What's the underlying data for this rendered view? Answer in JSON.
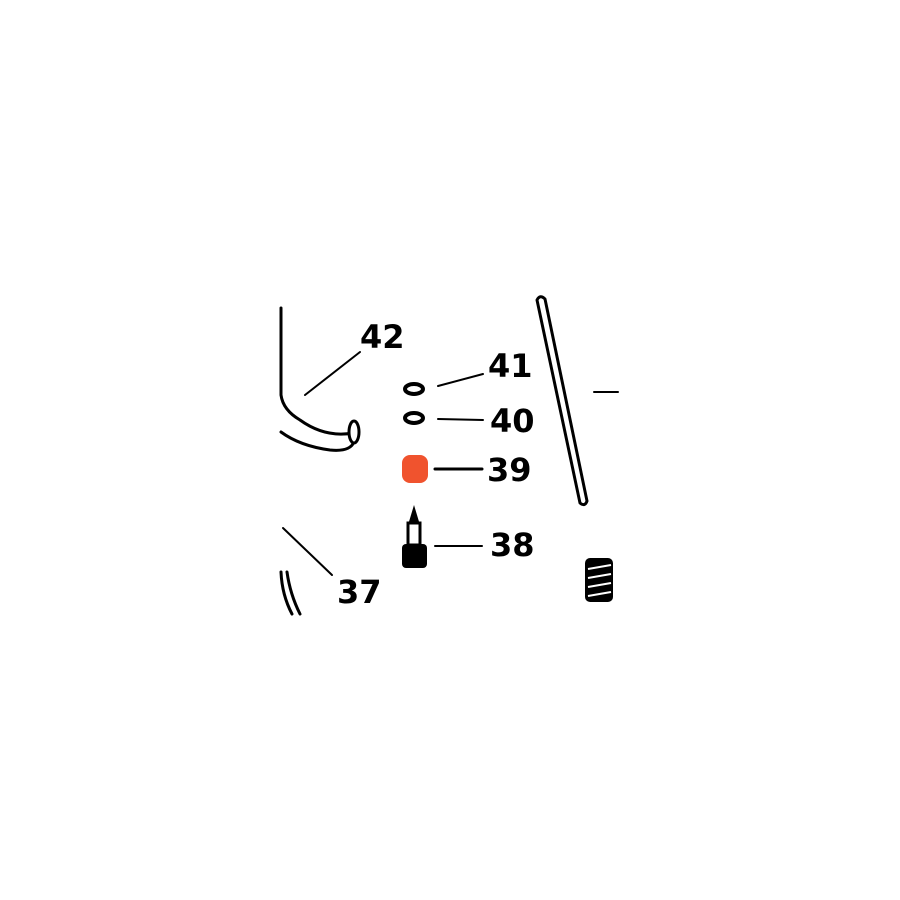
{
  "colors": {
    "line": "#000000",
    "highlight": "#f0532e",
    "background": "#ffffff"
  },
  "parts": [
    {
      "id": "p42",
      "number": "42",
      "icon": "float-arm-icon"
    },
    {
      "id": "p41",
      "number": "41",
      "icon": "washer-icon"
    },
    {
      "id": "p40",
      "number": "40",
      "icon": "washer-icon"
    },
    {
      "id": "p39",
      "number": "39",
      "icon": "needle-seat-icon",
      "highlighted": true
    },
    {
      "id": "p38",
      "number": "38",
      "icon": "float-needle-icon"
    },
    {
      "id": "p37",
      "number": "37",
      "icon": "float-bowl-icon"
    }
  ]
}
